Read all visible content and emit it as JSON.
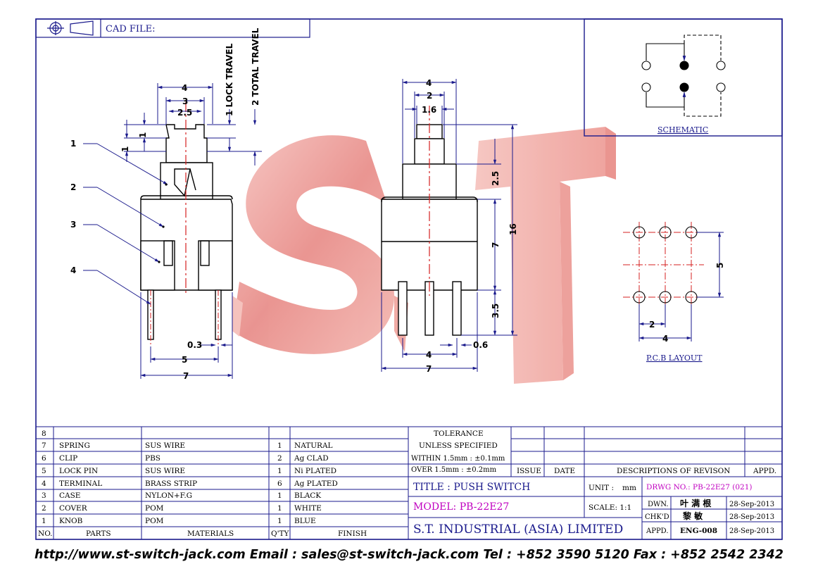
{
  "header": {
    "cad_label": "CAD FILE:"
  },
  "callouts": [
    "1",
    "2",
    "3",
    "4"
  ],
  "dims_left": {
    "w4": "4",
    "w3": "3",
    "w25": "2.5",
    "h1a": "1",
    "h1b": "1",
    "lock_travel": "1 LOCK TRAVEL",
    "total_travel": "2 TOTAL TRAVEL",
    "d03": "0.3",
    "w5": "5",
    "w7": "7"
  },
  "dims_mid": {
    "w4": "4",
    "w2": "2",
    "w16": "1.6",
    "h25": "2.5",
    "h16": "16",
    "h7": "7",
    "h35": "3.5",
    "b4": "4",
    "b06": "0.6",
    "b7": "7"
  },
  "schematic": {
    "label": "SCHEMATIC"
  },
  "pcb": {
    "label": "P.C.B LAYOUT",
    "v5": "5",
    "h2": "2",
    "h4": "4"
  },
  "watermark": "ST",
  "bom": {
    "headers": {
      "no": "NO.",
      "parts": "PARTS",
      "materials": "MATERIALS",
      "qty": "Q'TY",
      "finish": "FINISH"
    },
    "rows": [
      {
        "no": "8",
        "part": "",
        "material": "",
        "qty": "",
        "finish": ""
      },
      {
        "no": "7",
        "part": "SPRING",
        "material": "SUS WIRE",
        "qty": "1",
        "finish": "NATURAL"
      },
      {
        "no": "6",
        "part": "CLIP",
        "material": "PBS",
        "qty": "2",
        "finish": "Ag CLAD"
      },
      {
        "no": "5",
        "part": "LOCK PIN",
        "material": "SUS WIRE",
        "qty": "1",
        "finish": "Ni PLATED"
      },
      {
        "no": "4",
        "part": "TERMINAL",
        "material": "BRASS STRIP",
        "qty": "6",
        "finish": "Ag PLATED"
      },
      {
        "no": "3",
        "part": "CASE",
        "material": "NYLON+F.G",
        "qty": "1",
        "finish": "BLACK"
      },
      {
        "no": "2",
        "part": "COVER",
        "material": "POM",
        "qty": "1",
        "finish": "WHITE"
      },
      {
        "no": "1",
        "part": "KNOB",
        "material": "POM",
        "qty": "1",
        "finish": "BLUE"
      }
    ]
  },
  "tolerance": {
    "line1": "TOLERANCE",
    "line2": "UNLESS   SPECIFIED",
    "line3": "WITHIN  1.5mm  :  ±0.1mm",
    "line4": "OVER    1.5mm  :  ±0.2mm"
  },
  "revision": {
    "issue": "ISSUE",
    "date": "DATE",
    "desc": "DESCRIPTIONS  OF  REVISON",
    "appd": "APPD."
  },
  "title_block": {
    "title": "TITLE  :  PUSH  SWITCH",
    "model": "MODEL:  PB-22E27",
    "company": "S.T.  INDUSTRIAL  (ASIA)  LIMITED",
    "unit_label": "UNIT  :",
    "unit_value": "mm",
    "scale": "SCALE:   1:1",
    "drwg_no": "DRWG  NO.:  PB-22E27  (021)",
    "dwn_label": "DWN.",
    "dwn_name": "叶 满 根",
    "dwn_date": "28-Sep-2013",
    "chkd_label": "CHK'D",
    "chkd_name": "黎 敏",
    "chkd_date": "28-Sep-2013",
    "appd_label": "APPD.",
    "appd_name": "ENG-008",
    "appd_date": "28-Sep-2013"
  },
  "footer": {
    "text": "http://www.st-switch-jack.com  Email : sales@st-switch-jack.com  Tel : +852 3590 5120  Fax : +852 2542 2342"
  },
  "colors": {
    "frame": "#1a1a8c",
    "centerline": "#d42020",
    "pink": "#f2a8a8",
    "magenta": "#c000c0"
  }
}
